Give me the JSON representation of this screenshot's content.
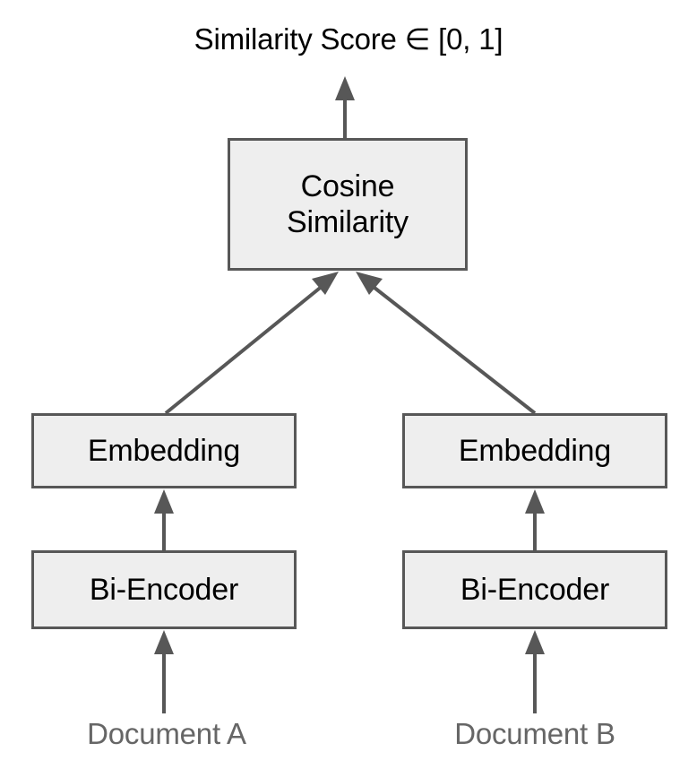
{
  "diagram": {
    "title": "Similarity Score ∈ [0, 1]",
    "stroke_color": "#575757",
    "node_fill_color": "#eeeeee",
    "node_text_color": "#000000",
    "label_text_color": "#666666",
    "background_color": "#ffffff",
    "nodes": {
      "cosine_similarity": "Cosine\nSimilarity",
      "embedding_left": "Embedding",
      "embedding_right": "Embedding",
      "encoder_left": "Bi-Encoder",
      "encoder_right": "Bi-Encoder"
    },
    "inputs": {
      "document_a": "Document A",
      "document_b": "Document B"
    },
    "edges": [
      {
        "from": "document_a",
        "to": "encoder_left",
        "style": "vertical-arrow"
      },
      {
        "from": "document_b",
        "to": "encoder_right",
        "style": "vertical-arrow"
      },
      {
        "from": "encoder_left",
        "to": "embedding_left",
        "style": "vertical-arrow"
      },
      {
        "from": "encoder_right",
        "to": "embedding_right",
        "style": "vertical-arrow"
      },
      {
        "from": "embedding_left",
        "to": "cosine_similarity",
        "style": "diagonal-arrow"
      },
      {
        "from": "embedding_right",
        "to": "cosine_similarity",
        "style": "diagonal-arrow"
      },
      {
        "from": "cosine_similarity",
        "to": "title",
        "style": "vertical-arrow"
      }
    ]
  }
}
